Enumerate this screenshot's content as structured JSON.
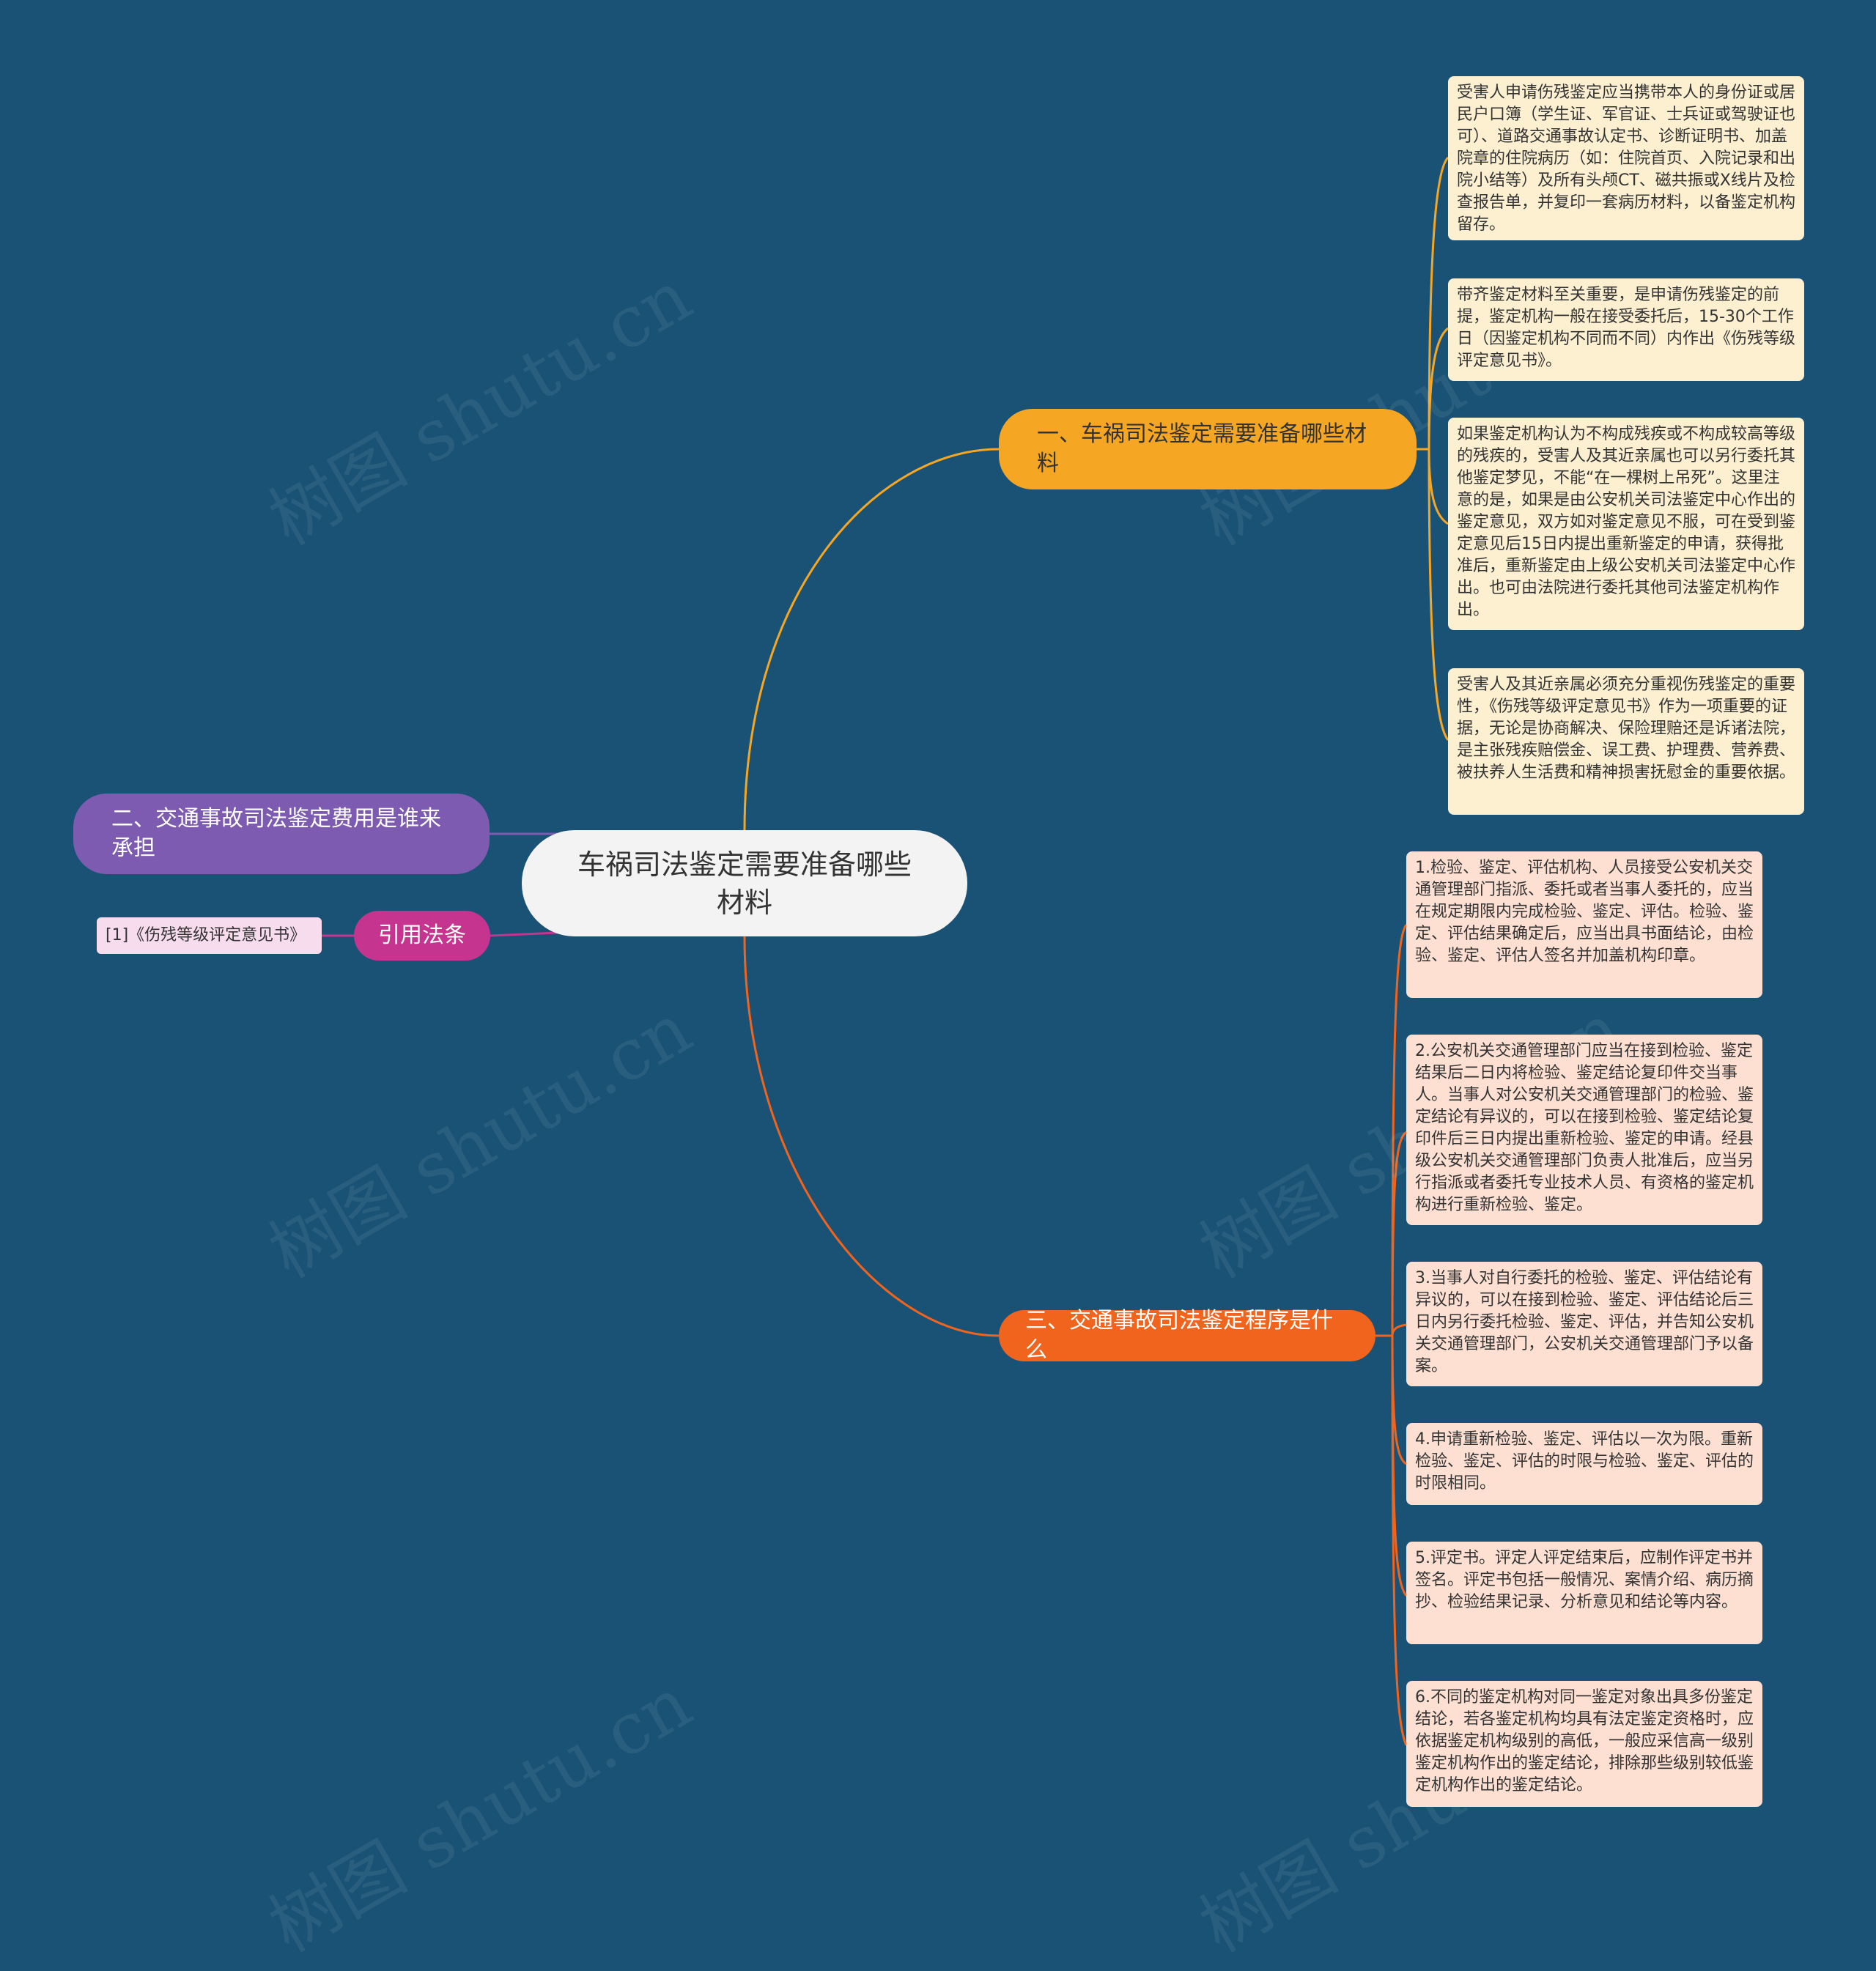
{
  "root": {
    "label": "车祸司法鉴定需要准备哪些材料"
  },
  "branches": [
    {
      "label": "一、车祸司法鉴定需要准备哪些材料",
      "color": "#f5a623",
      "leaves": [
        "受害人申请伤残鉴定应当携带本人的身份证或居民户口簿（学生证、军官证、士兵证或驾驶证也可）、道路交通事故认定书、诊断证明书、加盖院章的住院病历（如：住院首页、入院记录和出院小结等）及所有头颅CT、磁共振或X线片及检查报告单，并复印一套病历材料，以备鉴定机构留存。",
        "带齐鉴定材料至关重要，是申请伤残鉴定的前提，鉴定机构一般在接受委托后，15-30个工作日（因鉴定机构不同而不同）内作出《伤残等级评定意见书》。",
        "如果鉴定机构认为不构成残疾或不构成较高等级的残疾的，受害人及其近亲属也可以另行委托其他鉴定梦见，不能“在一棵树上吊死”。这里注意的是，如果是由公安机关司法鉴定中心作出的鉴定意见，双方如对鉴定意见不服，可在受到鉴定意见后15日内提出重新鉴定的申请，获得批准后，重新鉴定由上级公安机关司法鉴定中心作出。也可由法院进行委托其他司法鉴定机构作出。",
        "受害人及其近亲属必须充分重视伤残鉴定的重要性，《伤残等级评定意见书》作为一项重要的证据，无论是协商解决、保险理赔还是诉诸法院，是主张残疾赔偿金、误工费、护理费、营养费、被扶养人生活费和精神损害抚慰金的重要依据。"
      ]
    },
    {
      "label": "二、交通事故司法鉴定费用是谁来承担",
      "color": "#7d5bb0",
      "leaves": []
    },
    {
      "label": "三、交通事故司法鉴定程序是什么",
      "color": "#f0641e",
      "leaves": [
        "1.检验、鉴定、评估机构、人员接受公安机关交通管理部门指派、委托或者当事人委托的，应当在规定期限内完成检验、鉴定、评估。检验、鉴定、评估结果确定后，应当出具书面结论，由检验、鉴定、评估人签名并加盖机构印章。",
        "2.公安机关交通管理部门应当在接到检验、鉴定结果后二日内将检验、鉴定结论复印件交当事人。当事人对公安机关交通管理部门的检验、鉴定结论有异议的，可以在接到检验、鉴定结论复印件后三日内提出重新检验、鉴定的申请。经县级公安机关交通管理部门负责人批准后，应当另行指派或者委托专业技术人员、有资格的鉴定机构进行重新检验、鉴定。",
        "3.当事人对自行委托的检验、鉴定、评估结论有异议的，可以在接到检验、鉴定、评估结论后三日内另行委托检验、鉴定、评估，并告知公安机关交通管理部门，公安机关交通管理部门予以备案。",
        "4.申请重新检验、鉴定、评估以一次为限。重新检验、鉴定、评估的时限与检验、鉴定、评估的时限相同。",
        "5.评定书。评定人评定结束后，应制作评定书并签名。评定书包括一般情况、案情介绍、病历摘抄、检验结果记录、分析意见和结论等内容。",
        "6.不同的鉴定机构对同一鉴定对象出具多份鉴定结论，若各鉴定机构均具有法定鉴定资格时，应依据鉴定机构级别的高低，一般应采信高一级别鉴定机构作出的鉴定结论，排除那些级别较低鉴定机构作出的鉴定结论。"
      ]
    },
    {
      "label": "引用法条",
      "color": "#c5358f",
      "leaves": [
        "[1]《伤残等级评定意见书》"
      ]
    }
  ],
  "watermark": "树图 shutu.cn"
}
